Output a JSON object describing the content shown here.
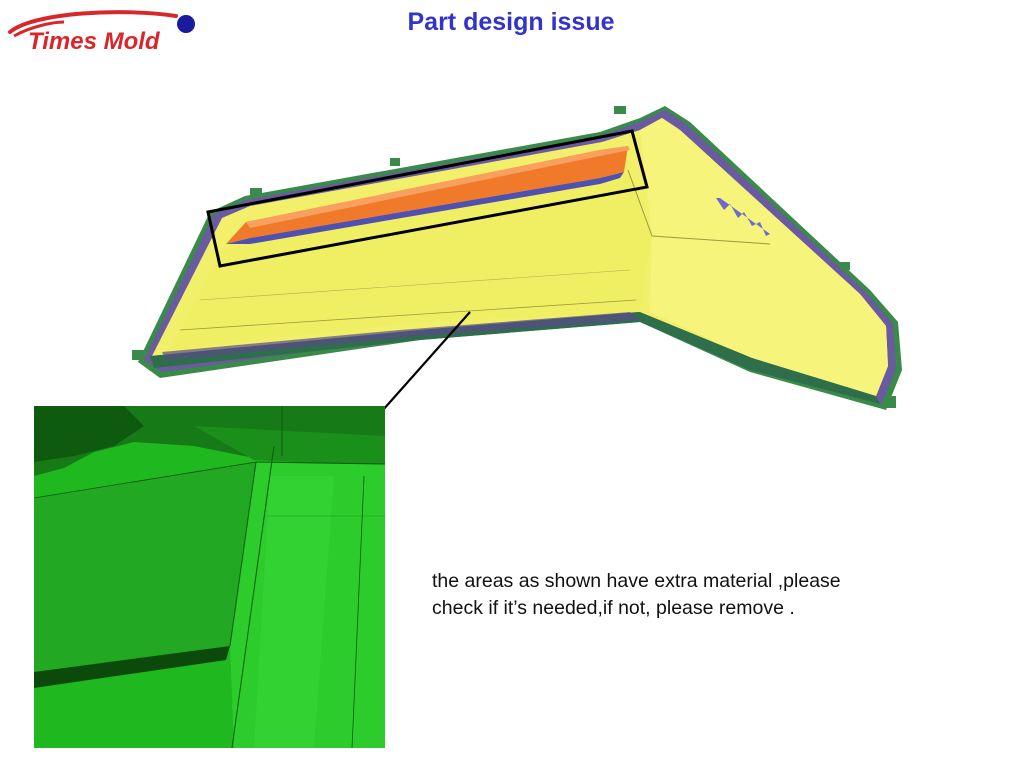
{
  "slide": {
    "logo_text": "Times Mold",
    "title": "Part design issue",
    "note_lines": [
      "the areas as shown have extra material ,please",
      "check if it’s needed,if not, please remove ."
    ]
  },
  "colors": {
    "title": "#3333cc",
    "logo_red": "#d9262b",
    "logo_dot": "#1a1a9e",
    "part_face": "#f2f06a",
    "rim": "#3a8a4a",
    "issue_area": "#f07a2a",
    "zoom_green": "#1fb81f"
  }
}
